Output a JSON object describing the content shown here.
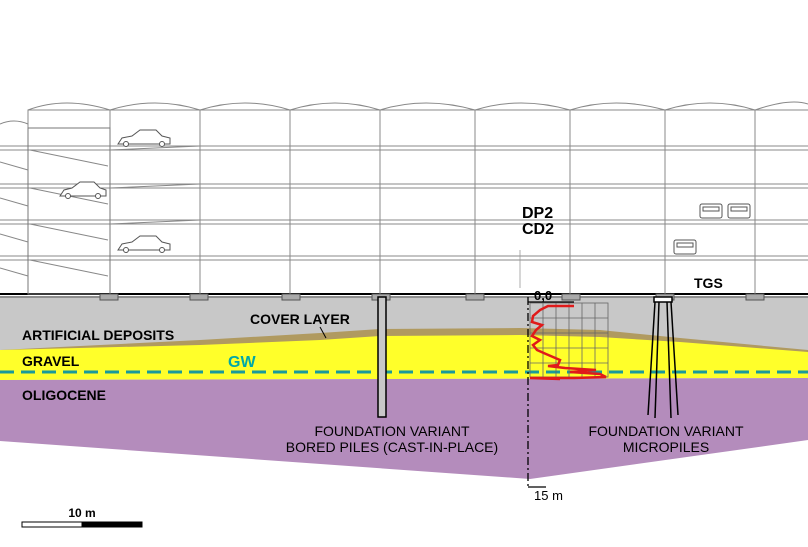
{
  "layers": {
    "artificial_deposits": "ARTIFICIAL DEPOSITS",
    "cover_layer": "COVER LAYER",
    "gravel": "GRAVEL",
    "groundwater": "GW",
    "oligocene": "OLIGOCENE"
  },
  "labels": {
    "dp2": "DP2",
    "cd2": "CD2",
    "tgs": "TGS",
    "profile_top": "0,0",
    "profile_depth": "15 m",
    "scale": "10 m"
  },
  "foundation_piles": {
    "line1": "FOUNDATION VARIANT",
    "line2": "BORED PILES (CAST-IN-PLACE)"
  },
  "foundation_micropiles": {
    "line1": "FOUNDATION VARIANT",
    "line2": "MICROPILES"
  },
  "colors": {
    "deposits": "#c8c8c8",
    "cover_layer": "#b09a60",
    "gravel": "#ffff2a",
    "oligocene": "#b48cbc",
    "groundwater_line": "#1a9a9a",
    "groundwater_text": "#00a8a8",
    "profile": "#e01a1a"
  },
  "icons": [
    "car-icon"
  ]
}
